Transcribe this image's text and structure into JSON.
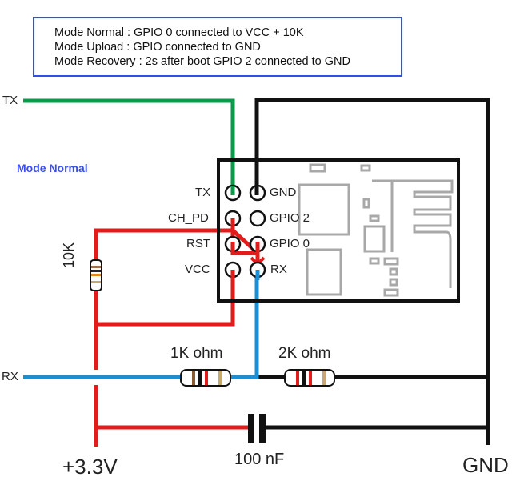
{
  "notes": {
    "lines": [
      "Mode Normal : GPIO 0 connected to VCC + 10K",
      "Mode Upload : GPIO connected to GND",
      "Mode Recovery : 2s after boot GPIO 2 connected to GND"
    ],
    "underlined_word": "after",
    "underline_color": "#e31b1b",
    "border_color": "#2f4fe8"
  },
  "mode_label": "Mode Normal",
  "signals": {
    "tx": "TX",
    "rx": "RX"
  },
  "module": {
    "left_pins": [
      "TX",
      "CH_PD",
      "RST",
      "VCC"
    ],
    "right_pins": [
      "GND",
      "GPIO 2",
      "GPIO 0",
      "RX"
    ]
  },
  "components": {
    "r_pullup": "10K",
    "r1": "1K ohm",
    "r2": "2K ohm",
    "capacitor": "100 nF"
  },
  "rails": {
    "vcc": "+3.3V",
    "gnd": "GND"
  },
  "colors": {
    "tx_wire": "#0a9a4a",
    "rx_wire": "#1b8fd6",
    "vcc_wire": "#e31b1b",
    "gnd_wire": "#111111",
    "board_outline": "#111111",
    "pcb_detail": "#a8a8a8"
  }
}
